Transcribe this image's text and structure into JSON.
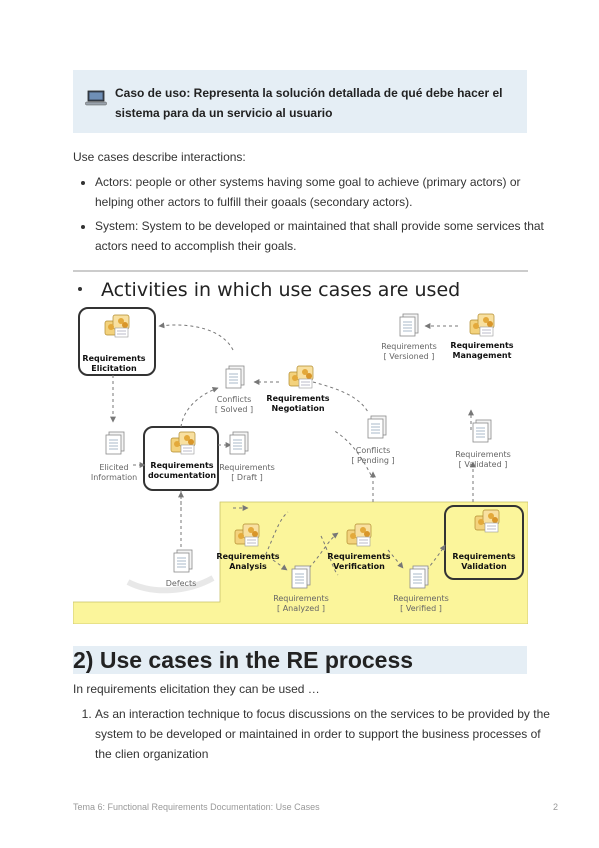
{
  "callout": {
    "text": "Caso de uso: Representa la solución detallada de qué debe hacer el sistema para da un servicio al usuario",
    "icon": "laptop-icon"
  },
  "intro": "Use cases describe interactions:",
  "bullets": [
    "Actors: people or other systems having some goal to achieve (primary actors) or helping other actors to fulfill their goaals (secondary actors).",
    "System: System to be developed or maintained that shall provide some services that actors need to accomplish their goals."
  ],
  "figure": {
    "title": "Activities in which use cases are used",
    "activities": {
      "elicitation": [
        "Requirements",
        "Elicitation"
      ],
      "documentation": [
        "Requirements",
        "documentation"
      ],
      "negotiation": [
        "Requirements",
        "Negotiation"
      ],
      "management": [
        "Requirements",
        "Management"
      ],
      "analysis": [
        "Requirements",
        "Analysis"
      ],
      "verification": [
        "Requirements",
        "Verification"
      ],
      "validation": [
        "Requirements",
        "Validation"
      ]
    },
    "artifacts": {
      "conflicts_solved": [
        "Conflicts",
        "[ Solved ]"
      ],
      "elicited_info": [
        "Elicited",
        "Information"
      ],
      "req_draft": [
        "Requirements",
        "[ Draft ]"
      ],
      "conflicts_pending": [
        "Conflicts",
        "[ Pending ]"
      ],
      "req_versioned": [
        "Requirements",
        "[ Versioned ]"
      ],
      "req_validated": [
        "Requirements",
        "[ Validated ]"
      ],
      "defects": [
        "Defects"
      ],
      "req_analyzed": [
        "Requirements",
        "[ Analyzed ]"
      ],
      "req_verified": [
        "Requirements",
        "[ Verified ]"
      ]
    }
  },
  "section": {
    "heading": "2) Use cases in the RE process",
    "lead": "In requirements elicitation they can be used …",
    "items": [
      "As an interaction technique to focus discussions on the services to be provided by the system to be developed or maintained in order to support the business processes of the clien organization"
    ]
  },
  "footer": {
    "text": "Tema 6: Functional Requirements Documentation: Use Cases",
    "page": "2"
  }
}
